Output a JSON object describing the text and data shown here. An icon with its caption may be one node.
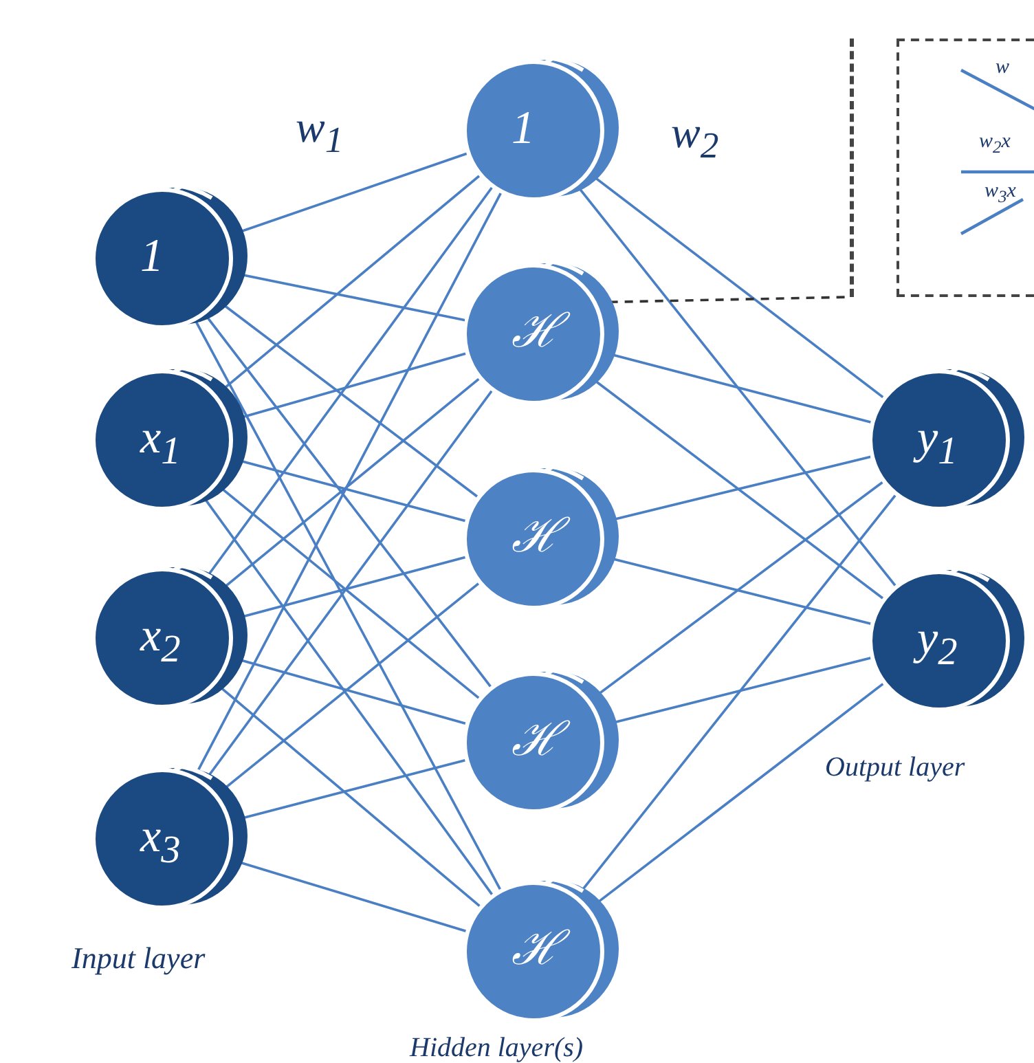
{
  "diagram": {
    "nodes": [
      {
        "text": [
          "1"
        ]
      },
      {
        "text": [
          "x$_{1}$"
        ]
      },
      {
        "text": [
          "x$_{2}$"
        ]
      },
      {
        "text": [
          "x$_{3}$"
        ]
      },
      {
        "text": [
          "1"
        ]
      },
      {
        "text": [
          "ℋ"
        ]
      },
      {
        "text": [
          "ℋ"
        ]
      },
      {
        "text": [
          "ℋ"
        ]
      },
      {
        "text": [
          "ℋ"
        ]
      },
      {
        "text": [
          "y$_{1}$"
        ]
      },
      {
        "text": [
          "y$_{2}$"
        ]
      },
      {
        "text": [],
        "shape": "bar"
      },
      {
        "text": [
          "w",
          "w$_{2}$x",
          "w$_{3}$x"
        ]
      }
    ],
    "edges": [
      {
        "from": 0,
        "to": 4,
        "arrow": "none"
      },
      {
        "from": 0,
        "to": 5,
        "arrow": "none"
      },
      {
        "from": 0,
        "to": 6,
        "arrow": "none"
      },
      {
        "from": 0,
        "to": 7,
        "arrow": "none"
      },
      {
        "from": 0,
        "to": 8,
        "arrow": "none"
      },
      {
        "from": 1,
        "to": 4,
        "arrow": "none"
      },
      {
        "from": 1,
        "to": 5,
        "arrow": "none"
      },
      {
        "from": 1,
        "to": 6,
        "arrow": "none"
      },
      {
        "from": 1,
        "to": 7,
        "arrow": "none"
      },
      {
        "from": 1,
        "to": 8,
        "arrow": "none"
      },
      {
        "from": 2,
        "to": 4,
        "arrow": "none"
      },
      {
        "from": 2,
        "to": 5,
        "arrow": "none"
      },
      {
        "from": 2,
        "to": 6,
        "arrow": "none"
      },
      {
        "from": 2,
        "to": 7,
        "arrow": "none"
      },
      {
        "from": 2,
        "to": 8,
        "arrow": "none"
      },
      {
        "from": 3,
        "to": 4,
        "arrow": "none"
      },
      {
        "from": 3,
        "to": 5,
        "arrow": "none"
      },
      {
        "from": 3,
        "to": 6,
        "arrow": "none"
      },
      {
        "from": 3,
        "to": 7,
        "arrow": "none"
      },
      {
        "from": 3,
        "to": 8,
        "arrow": "none"
      },
      {
        "from": 4,
        "to": 9,
        "arrow": "none"
      },
      {
        "from": 4,
        "to": 10,
        "arrow": "none"
      },
      {
        "from": 5,
        "to": 9,
        "arrow": "none"
      },
      {
        "from": 5,
        "to": 10,
        "arrow": "none"
      },
      {
        "from": 6,
        "to": 9,
        "arrow": "none"
      },
      {
        "from": 6,
        "to": 10,
        "arrow": "none"
      },
      {
        "from": 7,
        "to": 9,
        "arrow": "none"
      },
      {
        "from": 7,
        "to": 10,
        "arrow": "none"
      },
      {
        "from": 8,
        "to": 9,
        "arrow": "none"
      },
      {
        "from": 8,
        "to": 10,
        "arrow": "none"
      },
      {
        "from": 5,
        "to": 11,
        "arrow": "none",
        "style": "dashed",
        "color": "#333333"
      }
    ],
    "labels": [
      "w$_{1}$",
      "w$_{2}$",
      "Input layer",
      "Output layer",
      "Hidden layer(s)"
    ]
  }
}
